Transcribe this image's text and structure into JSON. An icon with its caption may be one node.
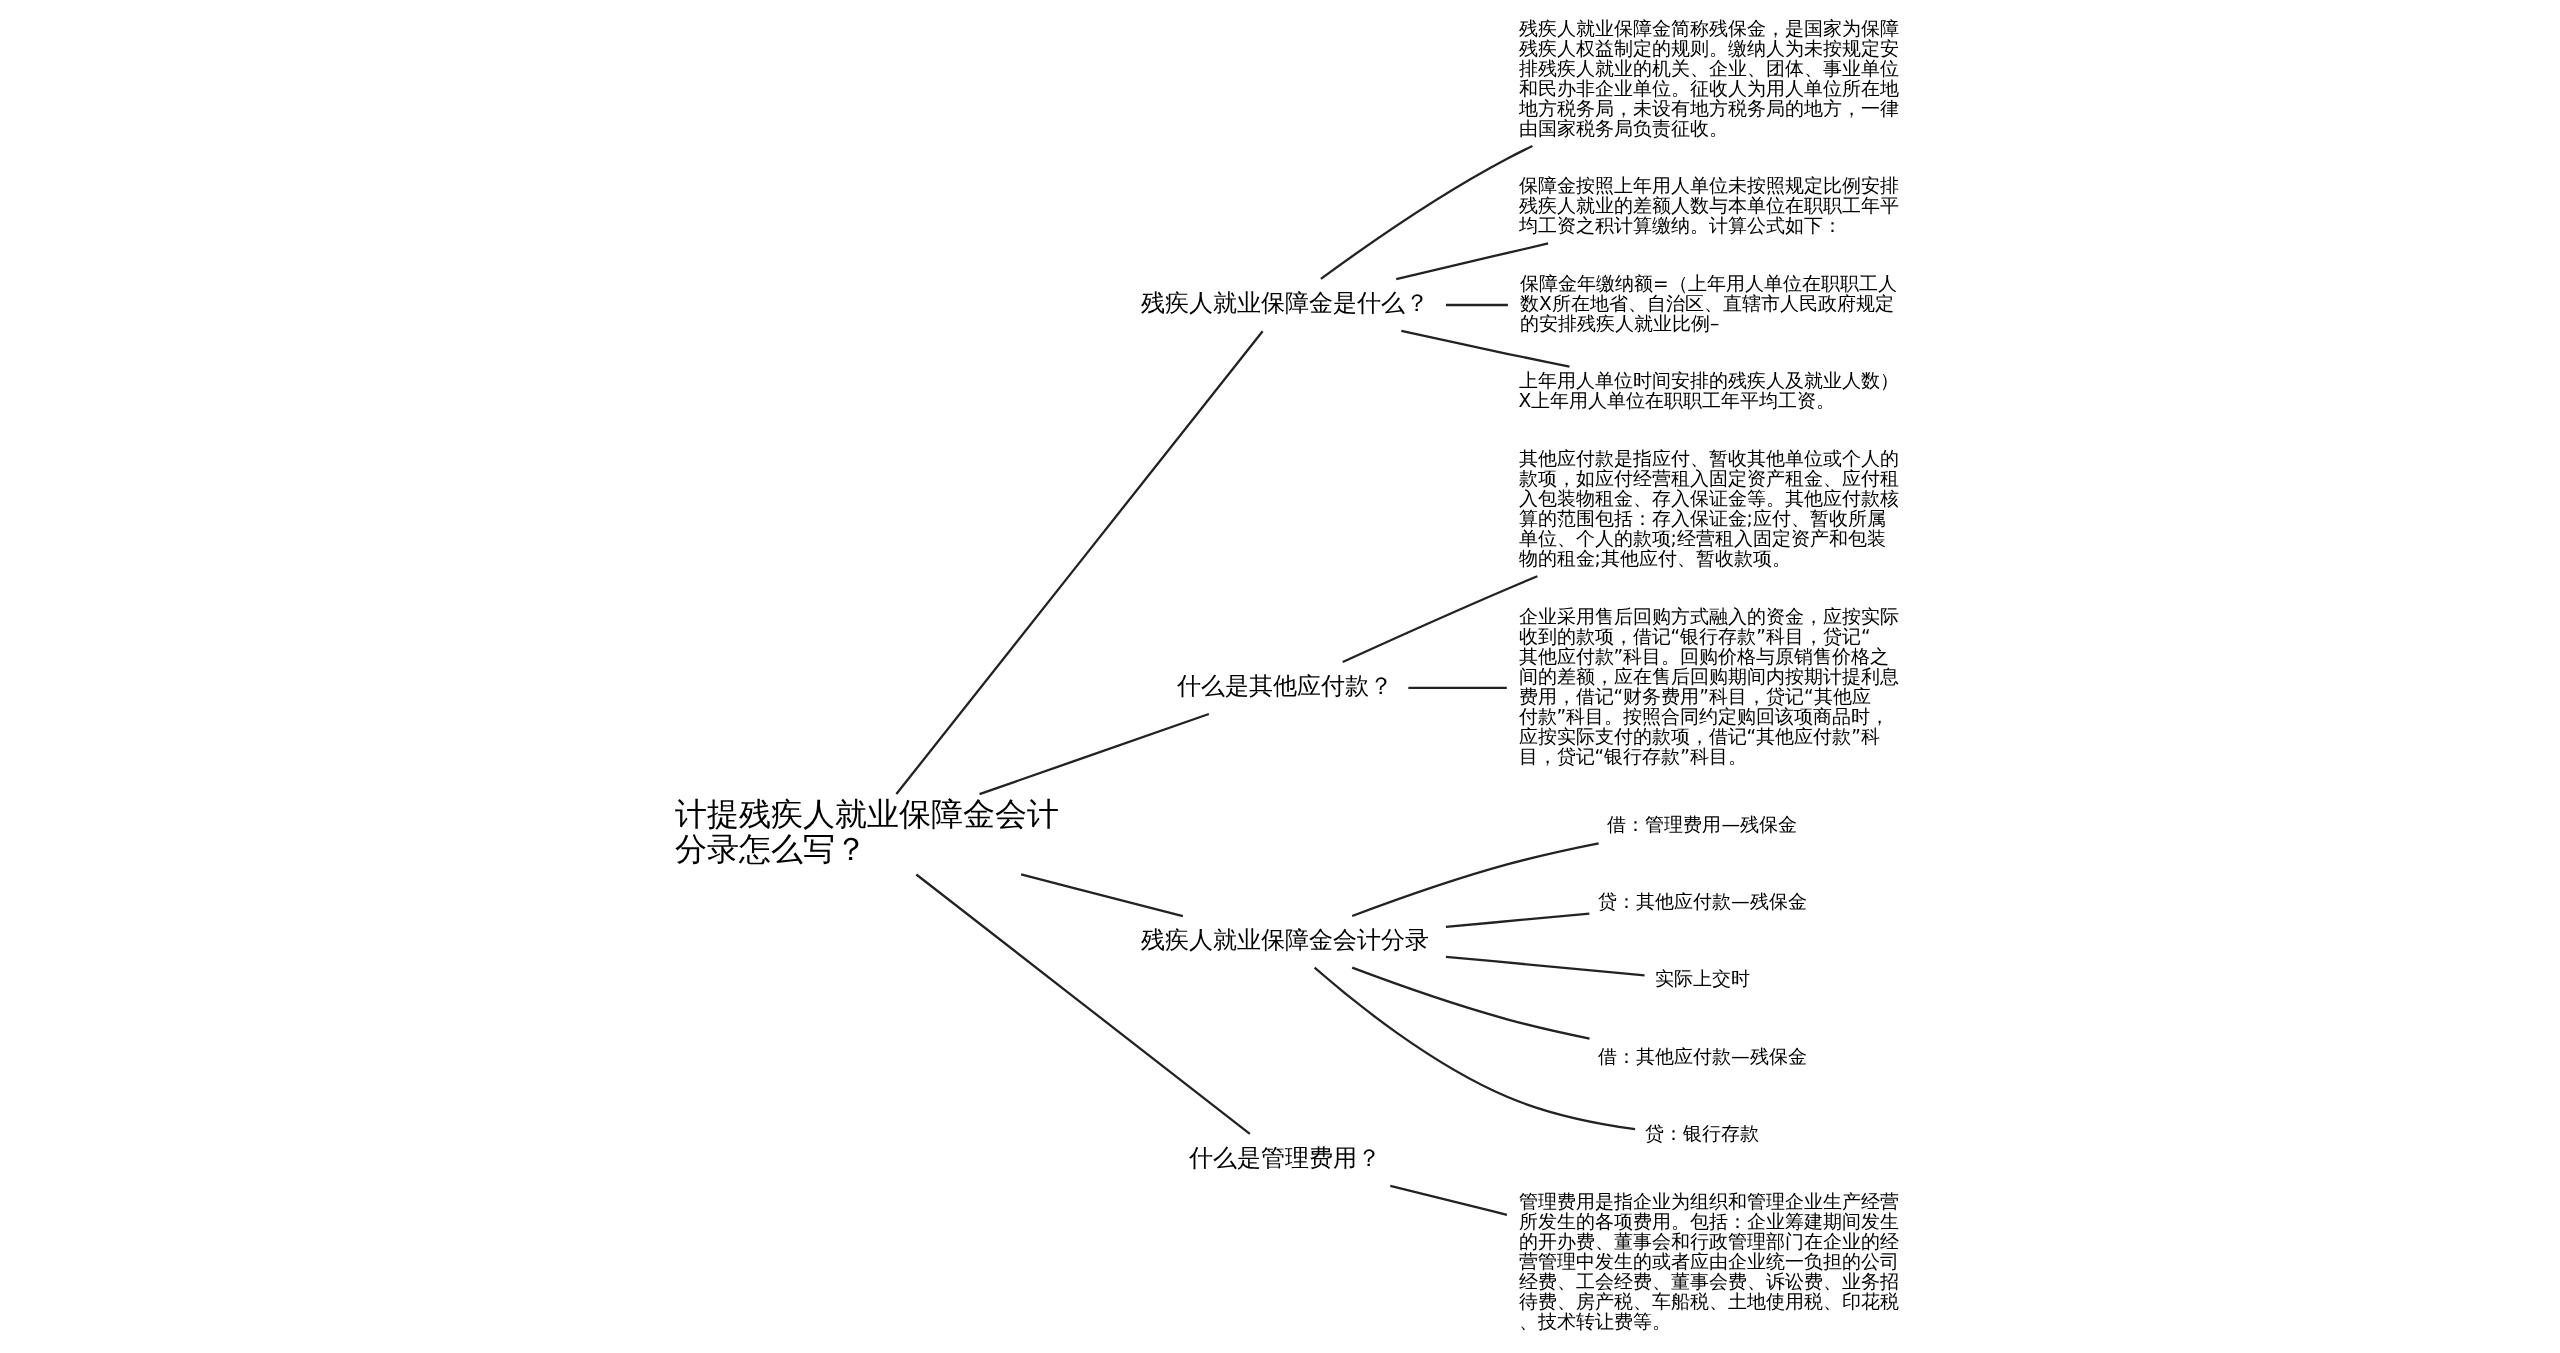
{
  "diagram": {
    "nodes": [
      {
        "text": [
          "计提残疾人就业保障金会计分录怎么写？"
        ]
      },
      {
        "text": [
          "残疾人就业保障金是什么？"
        ]
      },
      {
        "text": [
          "残疾人就业保障金简称残保金，是国家为保障残疾人权益制定的规则。缴纳人为未按规定安排残疾人就业的机关、企业、团体、事业单位和民办非企业单位。征收人为用人单位所在地地方税务局，未设有地方税务局的地方，一律由国家税务局负责征收。"
        ]
      },
      {
        "text": [
          "保障金按照上年用人单位未按照规定比例安排残疾人就业的差额人数与本单位在职职工年平均工资之积计算缴纳。计算公式如下："
        ]
      },
      {
        "text": [
          "保障金年缴纳额=（上年用人单位在职职工人数X所在地省、自治区、直辖市人民政府规定的安排残疾人就业比例–"
        ]
      },
      {
        "text": [
          "上年用人单位时间安排的残疾人及就业人数）X上年用人单位在职职工年平均工资。"
        ]
      },
      {
        "text": [
          "什么是其他应付款？"
        ]
      },
      {
        "text": [
          "其他应付款是指应付、暂收其他单位或个人的款项，如应付经营租入固定资产租金、应付租入包装物租金、存入保证金等。其他应付款核算的范围包括：存入保证金;应付、暂收所属单位、个人的款项;经营租入固定资产和包装物的租金;其他应付、暂收款项。"
        ]
      },
      {
        "text": [
          "企业采用售后回购方式融入的资金，应按实际收到的款项，借记“银行存款”科目，贷记“其他应付款”科目。回购价格与原销售价格之间的差额，应在售后回购期间内按期计提利息费用，借记“财务费用”科目，贷记“其他应付款”科目。按照合同约定购回该项商品时，应按实际支付的款项，借记“其他应付款”科目，贷记“银行存款”科目。"
        ]
      },
      {
        "text": [
          "残疾人就业保障金会计分录"
        ]
      },
      {
        "text": [
          "借：管理费用—残保金"
        ]
      },
      {
        "text": [
          "贷：其他应付款—残保金"
        ]
      },
      {
        "text": [
          "实际上交时"
        ]
      },
      {
        "text": [
          "借：其他应付款—残保金"
        ]
      },
      {
        "text": [
          "贷：银行存款"
        ]
      },
      {
        "text": [
          "什么是管理费用？"
        ]
      },
      {
        "text": [
          "管理费用是指企业为组织和管理企业生产经营所发生的各项费用。包括：企业筹建期间发生的开办费、董事会和行政管理部门在企业的经营管理中发生的或者应由企业统一负担的公司经费、工会经费、董事会费、诉讼费、业务招待费、房产税、车船税、土地使用税、印花税、技术转让费等。"
        ]
      }
    ],
    "edges": [
      {
        "from": 0,
        "to": 1,
        "arrow": "none"
      },
      {
        "from": 1,
        "to": 2,
        "arrow": "none"
      },
      {
        "from": 1,
        "to": 3,
        "arrow": "none"
      },
      {
        "from": 1,
        "to": 4,
        "arrow": "none"
      },
      {
        "from": 1,
        "to": 5,
        "arrow": "none"
      },
      {
        "from": 0,
        "to": 6,
        "arrow": "none"
      },
      {
        "from": 6,
        "to": 7,
        "arrow": "none"
      },
      {
        "from": 6,
        "to": 8,
        "arrow": "none"
      },
      {
        "from": 0,
        "to": 9,
        "arrow": "none"
      },
      {
        "from": 9,
        "to": 10,
        "arrow": "none"
      },
      {
        "from": 9,
        "to": 11,
        "arrow": "none"
      },
      {
        "from": 9,
        "to": 12,
        "arrow": "none"
      },
      {
        "from": 9,
        "to": 13,
        "arrow": "none"
      },
      {
        "from": 9,
        "to": 14,
        "arrow": "none"
      },
      {
        "from": 0,
        "to": 15,
        "arrow": "none"
      },
      {
        "from": 15,
        "to": 16,
        "arrow": "none"
      }
    ]
  }
}
